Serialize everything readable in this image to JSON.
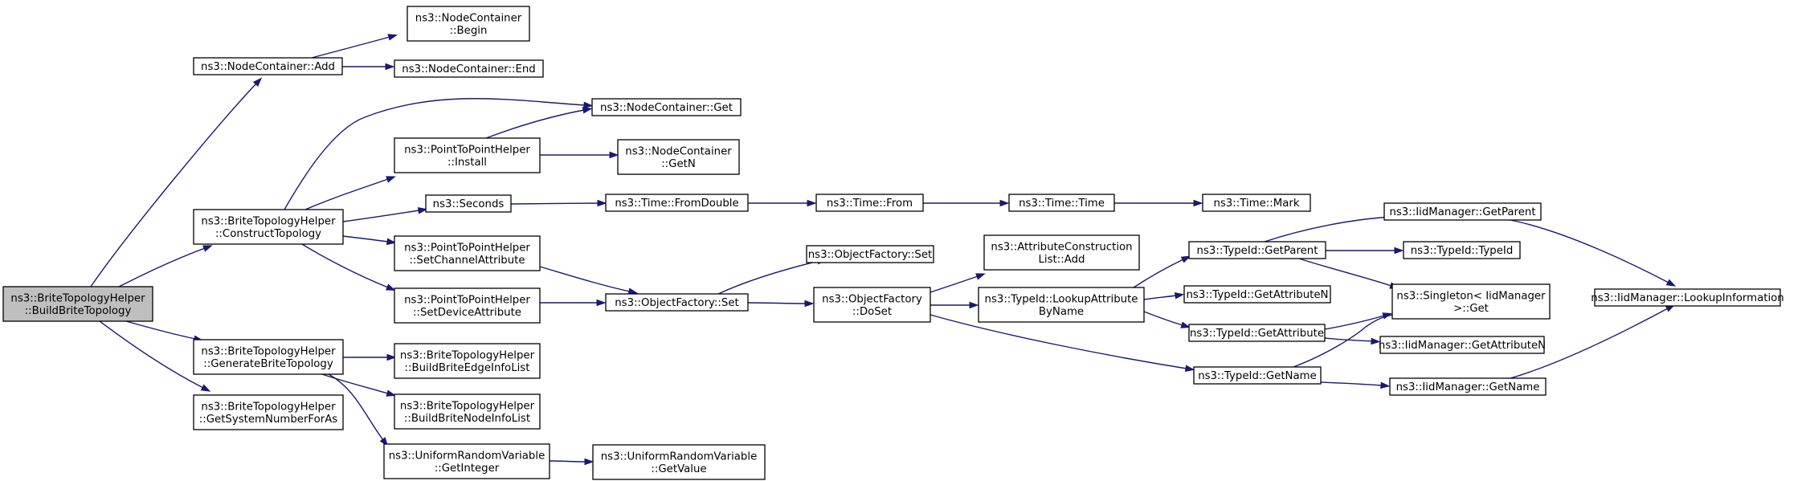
{
  "nodes": [
    {
      "id": "n0",
      "lines": [
        "ns3::BriteTopologyHelper",
        "::BuildBriteTopology"
      ],
      "root": true
    },
    {
      "id": "n1",
      "lines": [
        "ns3::NodeContainer::Add"
      ]
    },
    {
      "id": "n2",
      "lines": [
        "ns3::NodeContainer",
        "::Begin"
      ]
    },
    {
      "id": "n3",
      "lines": [
        "ns3::NodeContainer::End"
      ]
    },
    {
      "id": "n4",
      "lines": [
        "ns3::BriteTopologyHelper",
        "::ConstructTopology"
      ]
    },
    {
      "id": "n5",
      "lines": [
        "ns3::NodeContainer::Get"
      ]
    },
    {
      "id": "n6",
      "lines": [
        "ns3::PointToPointHelper",
        "::Install"
      ]
    },
    {
      "id": "n7",
      "lines": [
        "ns3::NodeContainer",
        "::GetN"
      ]
    },
    {
      "id": "n8",
      "lines": [
        "ns3::Seconds"
      ]
    },
    {
      "id": "n9",
      "lines": [
        "ns3::Time::FromDouble"
      ]
    },
    {
      "id": "n10",
      "lines": [
        "ns3::Time::From"
      ]
    },
    {
      "id": "n11",
      "lines": [
        "ns3::Time::Time"
      ]
    },
    {
      "id": "n12",
      "lines": [
        "ns3::Time::Mark"
      ]
    },
    {
      "id": "n13",
      "lines": [
        "ns3::PointToPointHelper",
        "::SetChannelAttribute"
      ]
    },
    {
      "id": "n14",
      "lines": [
        "ns3::ObjectFactory::Set"
      ]
    },
    {
      "id": "n15",
      "lines": [
        "ns3::ObjectFactory::Set"
      ]
    },
    {
      "id": "n16",
      "lines": [
        "ns3::PointToPointHelper",
        "::SetDeviceAttribute"
      ]
    },
    {
      "id": "n17",
      "lines": [
        "ns3::ObjectFactory",
        "::DoSet"
      ]
    },
    {
      "id": "n18",
      "lines": [
        "ns3::AttributeConstruction",
        "List::Add"
      ]
    },
    {
      "id": "n19",
      "lines": [
        "ns3::TypeId::LookupAttribute",
        "ByName"
      ]
    },
    {
      "id": "n20",
      "lines": [
        "ns3::TypeId::GetParent"
      ]
    },
    {
      "id": "n21",
      "lines": [
        "ns3::IidManager::GetParent"
      ]
    },
    {
      "id": "n22",
      "lines": [
        "ns3::TypeId::TypeId"
      ]
    },
    {
      "id": "n23",
      "lines": [
        "ns3::TypeId::GetAttributeN"
      ]
    },
    {
      "id": "n24",
      "lines": [
        "ns3::Singleton< IidManager",
        " >::Get"
      ]
    },
    {
      "id": "n25",
      "lines": [
        "ns3::IidManager::LookupInformation"
      ]
    },
    {
      "id": "n26",
      "lines": [
        "ns3::TypeId::GetAttribute"
      ]
    },
    {
      "id": "n27",
      "lines": [
        "ns3::IidManager::GetAttributeN"
      ]
    },
    {
      "id": "n28",
      "lines": [
        "ns3::TypeId::GetName"
      ]
    },
    {
      "id": "n29",
      "lines": [
        "ns3::IidManager::GetName"
      ]
    },
    {
      "id": "n30",
      "lines": [
        "ns3::BriteTopologyHelper",
        "::GenerateBriteTopology"
      ]
    },
    {
      "id": "n31",
      "lines": [
        "ns3::BriteTopologyHelper",
        "::BuildBriteEdgeInfoList"
      ]
    },
    {
      "id": "n32",
      "lines": [
        "ns3::BriteTopologyHelper",
        "::BuildBriteNodeInfoList"
      ]
    },
    {
      "id": "n33",
      "lines": [
        "ns3::UniformRandomVariable",
        "::GetInteger"
      ]
    },
    {
      "id": "n34",
      "lines": [
        "ns3::UniformRandomVariable",
        "::GetValue"
      ]
    },
    {
      "id": "n35",
      "lines": [
        "ns3::BriteTopologyHelper",
        "::GetSystemNumberForAs"
      ]
    }
  ],
  "edges": [
    [
      "n0",
      "n1"
    ],
    [
      "n0",
      "n4"
    ],
    [
      "n0",
      "n30"
    ],
    [
      "n0",
      "n35"
    ],
    [
      "n1",
      "n2"
    ],
    [
      "n1",
      "n3"
    ],
    [
      "n4",
      "n5"
    ],
    [
      "n4",
      "n6"
    ],
    [
      "n4",
      "n8"
    ],
    [
      "n4",
      "n13"
    ],
    [
      "n4",
      "n16"
    ],
    [
      "n6",
      "n5"
    ],
    [
      "n6",
      "n7"
    ],
    [
      "n8",
      "n9"
    ],
    [
      "n9",
      "n10"
    ],
    [
      "n10",
      "n11"
    ],
    [
      "n11",
      "n12"
    ],
    [
      "n13",
      "n15"
    ],
    [
      "n16",
      "n15"
    ],
    [
      "n15",
      "n14"
    ],
    [
      "n15",
      "n17"
    ],
    [
      "n17",
      "n18"
    ],
    [
      "n17",
      "n19"
    ],
    [
      "n17",
      "n28"
    ],
    [
      "n19",
      "n20"
    ],
    [
      "n19",
      "n23"
    ],
    [
      "n19",
      "n26"
    ],
    [
      "n20",
      "n21"
    ],
    [
      "n20",
      "n22"
    ],
    [
      "n20",
      "n24"
    ],
    [
      "n21",
      "n25"
    ],
    [
      "n26",
      "n24"
    ],
    [
      "n26",
      "n27"
    ],
    [
      "n28",
      "n24"
    ],
    [
      "n28",
      "n29"
    ],
    [
      "n29",
      "n25"
    ],
    [
      "n30",
      "n31"
    ],
    [
      "n30",
      "n32"
    ],
    [
      "n30",
      "n33"
    ],
    [
      "n33",
      "n34"
    ]
  ]
}
